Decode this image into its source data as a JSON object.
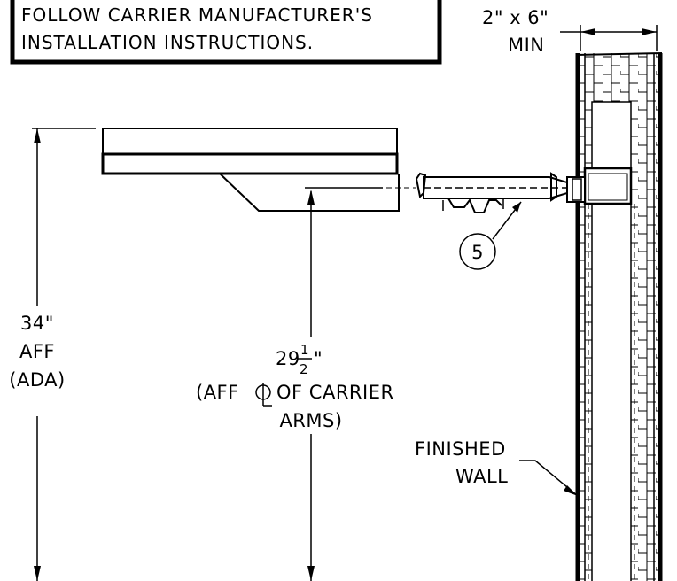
{
  "note": {
    "line1": "FOLLOW CARRIER MANUFACTURER'S",
    "line2": "INSTALLATION INSTRUCTIONS."
  },
  "stud": {
    "size": "2\" x 6\"",
    "min": "MIN"
  },
  "dim_left": {
    "value": "34\"",
    "aff": "AFF",
    "ada": "(ADA)"
  },
  "dim_center": {
    "whole": "29",
    "num": "1",
    "den": "2",
    "inch": "\"",
    "line2_left": "(AFF",
    "line2_right": "OF CARRIER",
    "line3": "ARMS)"
  },
  "callout": {
    "number": "5"
  },
  "wall": {
    "line1": "FINISHED",
    "line2": "WALL"
  }
}
